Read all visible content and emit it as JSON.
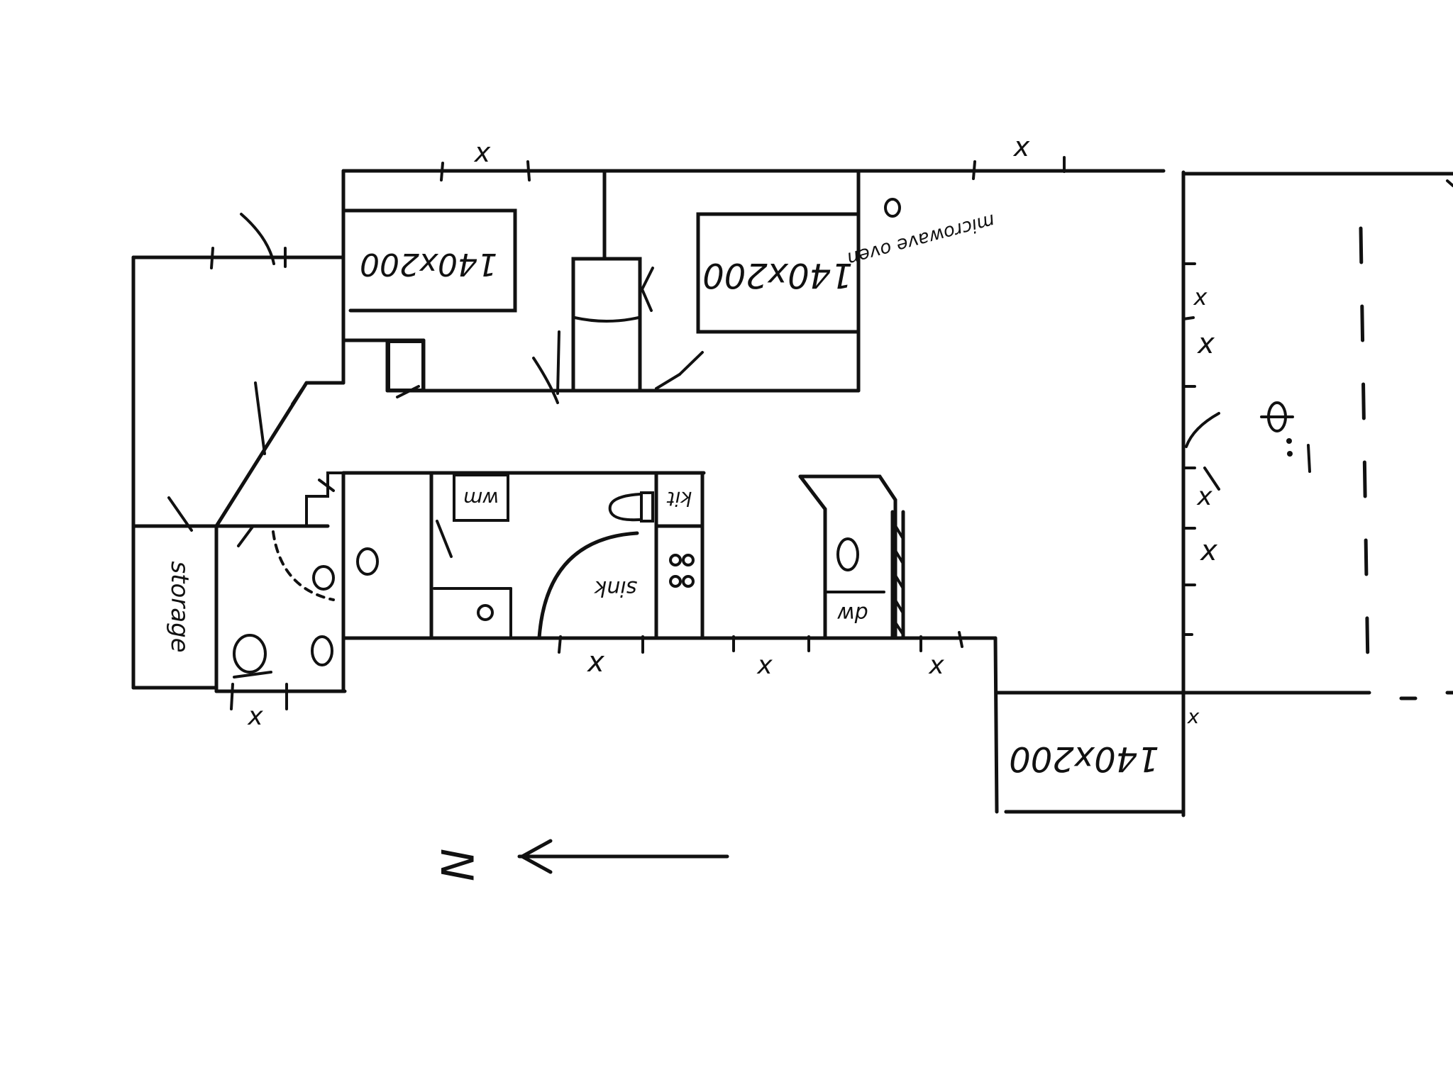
{
  "labels": {
    "bed_size": "140x200",
    "microwave_oven": "microwave oven",
    "sink": "sink",
    "washing_machine_abbr": "wm",
    "kitchen_abbr": "kit",
    "dishwasher_abbr": "dw",
    "storage": "storage",
    "window_mark": "x",
    "north": "N"
  },
  "colors": {
    "ink": "#111111",
    "paper": "#ffffff"
  }
}
